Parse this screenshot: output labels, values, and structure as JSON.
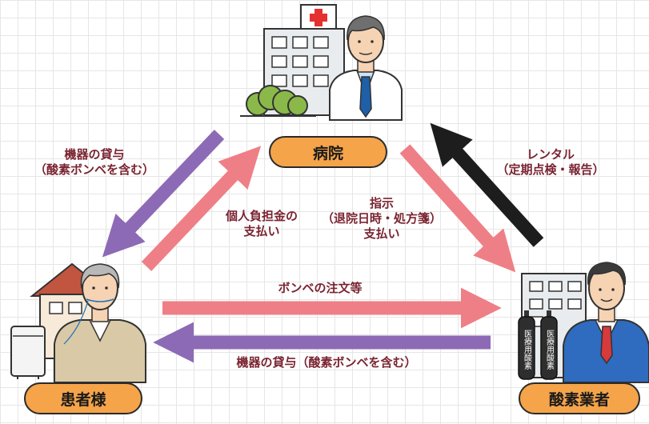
{
  "colors": {
    "purple": "#8d6ab5",
    "pink": "#ef7f86",
    "black": "#1d1d1d",
    "label_bg": "#f5a44a",
    "text": "#7a2431"
  },
  "nodes": {
    "hospital": "病院",
    "patient": "患者様",
    "supplier": "酸素業者"
  },
  "cylinder_text": "医療用酸素",
  "flows": {
    "hospital_to_patient": [
      "機器の貸与",
      "（酸素ボンベを含む）"
    ],
    "patient_to_hospital": [
      "個人負担金の",
      "支払い"
    ],
    "hospital_to_supplier": [
      "指示",
      "（退院日時・処方箋）",
      "支払い"
    ],
    "supplier_to_hospital": [
      "レンタル",
      "（定期点検・報告）"
    ],
    "patient_to_supplier": [
      "ボンベの注文等"
    ],
    "supplier_to_patient": [
      "機器の貸与（酸素ボンベを含む）"
    ]
  }
}
